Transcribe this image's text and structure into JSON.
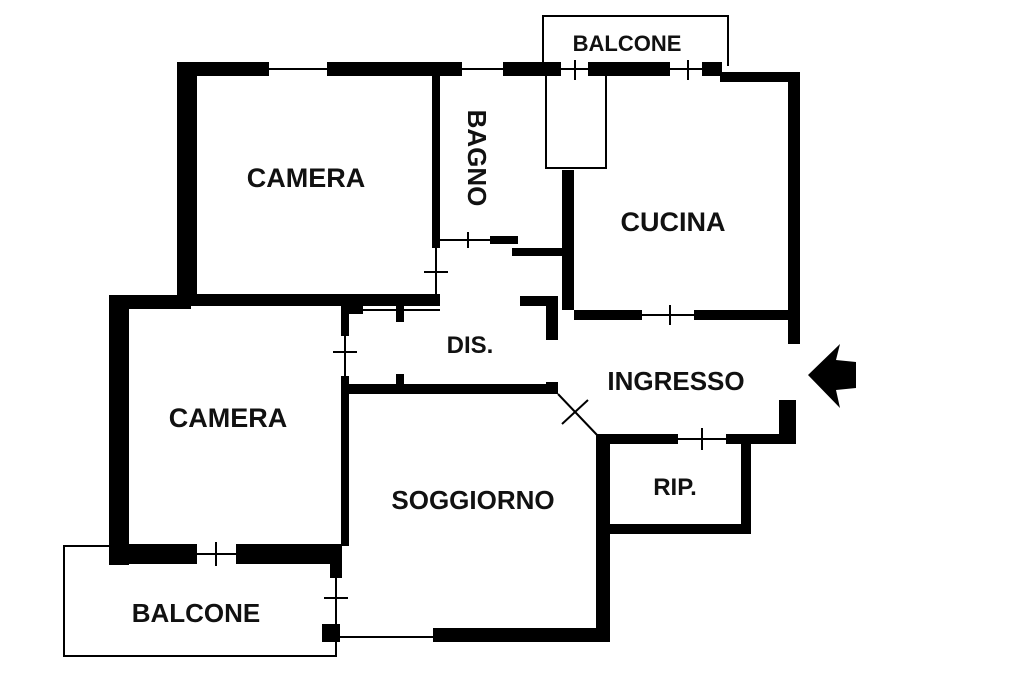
{
  "plan": {
    "rooms": {
      "balcone_top": "BALCONE",
      "bagno": "BAGNO",
      "camera_top": "CAMERA",
      "cucina": "CUCINA",
      "dis": "DIS.",
      "ingresso": "INGRESSO",
      "camera_left": "CAMERA",
      "soggiorno": "SOGGIORNO",
      "rip": "RIP.",
      "balcone_bottom": "BALCONE"
    },
    "colors": {
      "wall": "#000000",
      "line": "#000000",
      "text": "#111111"
    },
    "icons": {
      "entrance": "arrow-left-icon"
    }
  }
}
